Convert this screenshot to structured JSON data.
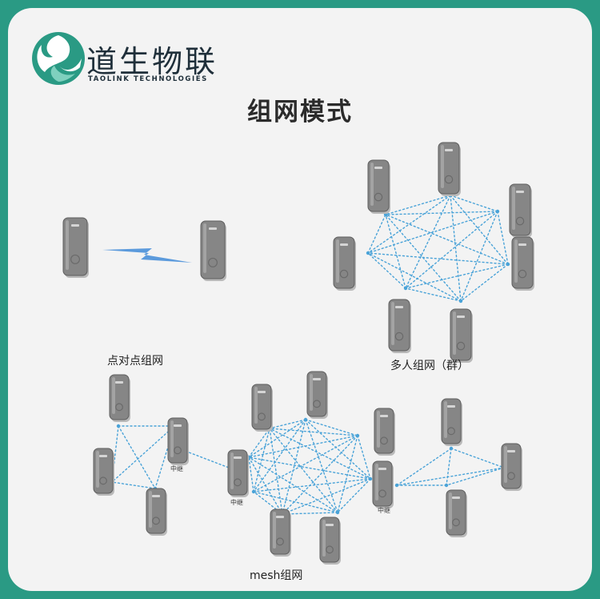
{
  "brand": {
    "name_cn": "道生物联",
    "name_en": "TAOLINK TECHNOLOGIES",
    "colors": {
      "teal": "#2a9a84",
      "light_teal": "#7fd0be",
      "dark": "#1f2f3a"
    }
  },
  "title": "组网模式",
  "sections": {
    "p2p_label": "点对点组网",
    "group_label": "多人组网（群）",
    "mesh_label": "mesh组网",
    "relay_label": "中继"
  },
  "colors": {
    "device_body": "#868686",
    "device_edge": "#5e5e5e",
    "link_dots": "#4aa3d8",
    "lightning": "#4a90d9",
    "frame": "#2a9a84",
    "card": "#f3f3f3"
  },
  "icons": [
    "swirl-logo-icon",
    "walkie-talkie-device",
    "lightning-link-icon"
  ]
}
